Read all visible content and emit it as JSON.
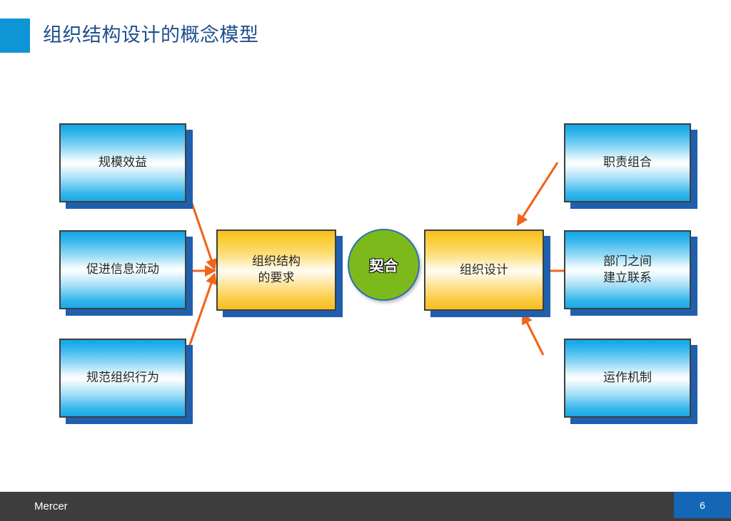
{
  "slide": {
    "title": "组织结构设计的概念模型",
    "accent_color": "#0E95D6",
    "title_color": "#1F4E8C",
    "background": "#FFFFFF"
  },
  "diagram": {
    "left_nodes": [
      {
        "label": "规模效益"
      },
      {
        "label": "促进信息流动"
      },
      {
        "label": "规范组织行为"
      }
    ],
    "center_nodes": [
      {
        "label_line1": "组织结构",
        "label_line2": "的要求"
      },
      {
        "label_line1": "组织设计",
        "label_line2": ""
      }
    ],
    "right_nodes": [
      {
        "label_line1": "职责组合",
        "label_line2": ""
      },
      {
        "label_line1": "部门之间",
        "label_line2": "建立联系"
      },
      {
        "label_line1": "运作机制",
        "label_line2": ""
      }
    ],
    "center_circle": {
      "label": "契合",
      "fill": "#7CBA1B"
    },
    "arrow_color": "#F26419",
    "box_border_color": "#3F3F3F",
    "box_shadow_color": "#1F5FAE"
  },
  "footer": {
    "brand": "Mercer",
    "page_number": "6",
    "bar_color": "#3E3E3E",
    "page_block_color": "#1567B5"
  }
}
